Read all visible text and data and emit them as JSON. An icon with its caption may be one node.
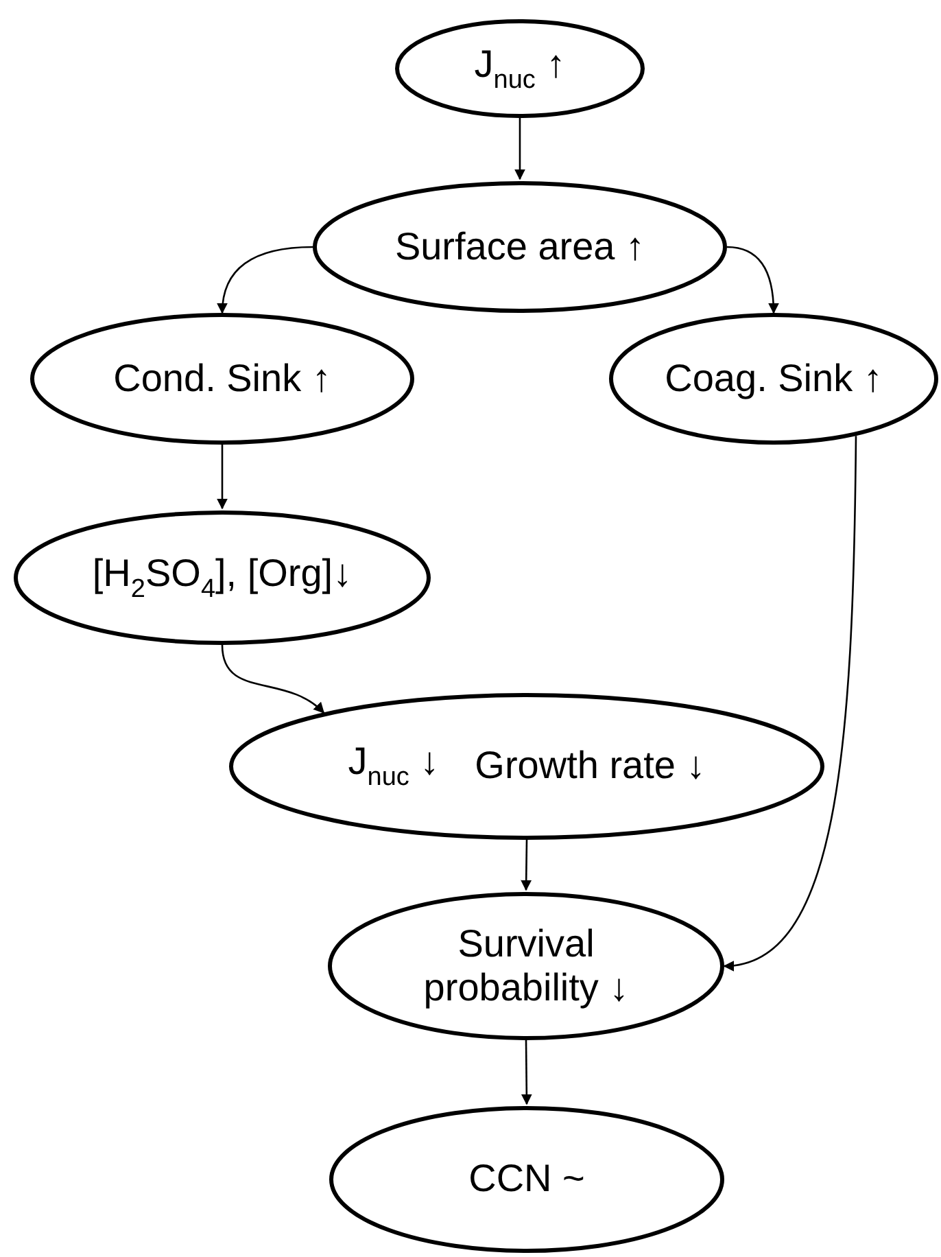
{
  "diagram": {
    "nodes": [
      {
        "text": [
          "J$_{nuc}$ ↑"
        ]
      },
      {
        "text": [
          "Surface area ↑"
        ]
      },
      {
        "text": [
          "Cond. Sink ↑"
        ]
      },
      {
        "text": [
          "Coag. Sink ↑"
        ]
      },
      {
        "text": [
          "[H$_{2}$SO$_{4}$], [Org]↓"
        ]
      },
      {
        "text": [
          "J$_{nuc}$ ↓",
          "Growth rate ↓"
        ]
      },
      {
        "text": [
          "Survival probability ↓"
        ]
      },
      {
        "text": [
          "CCN ~"
        ]
      }
    ],
    "edges": [
      {
        "from": 0,
        "to": 1,
        "arrow": "to"
      },
      {
        "from": 1,
        "to": 2,
        "arrow": "to"
      },
      {
        "from": 1,
        "to": 3,
        "arrow": "to"
      },
      {
        "from": 2,
        "to": 4,
        "arrow": "to"
      },
      {
        "from": 4,
        "to": 5,
        "arrow": "to"
      },
      {
        "from": 3,
        "to": 6,
        "arrow": "to"
      },
      {
        "from": 5,
        "to": 6,
        "arrow": "to"
      },
      {
        "from": 6,
        "to": 7,
        "arrow": "to"
      }
    ]
  }
}
